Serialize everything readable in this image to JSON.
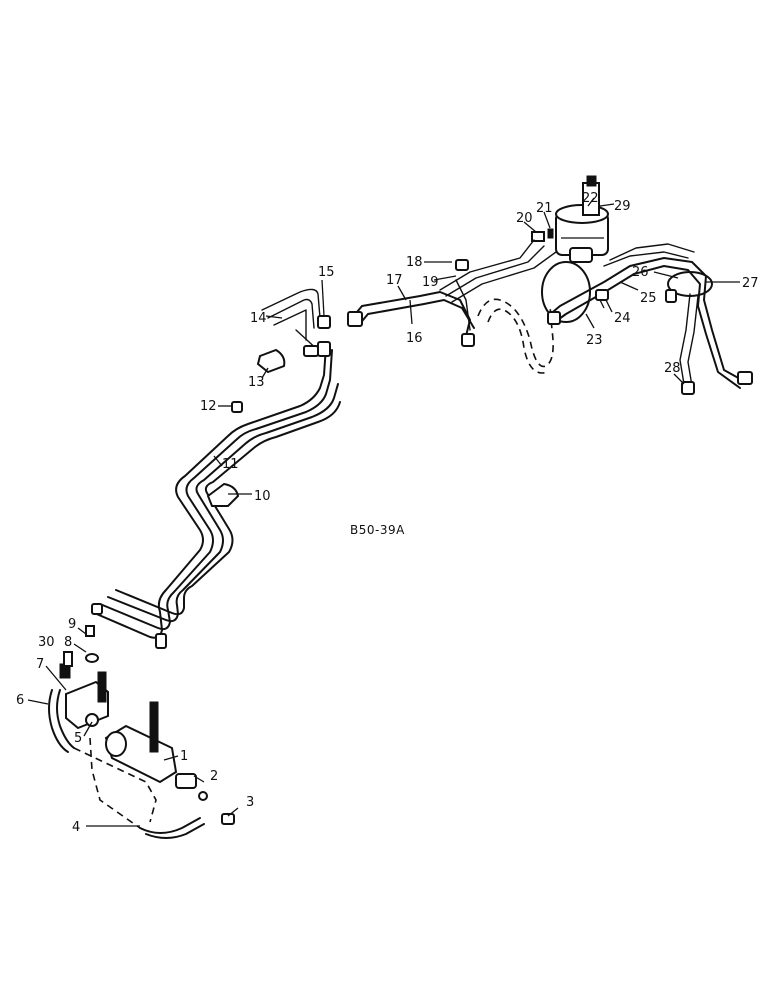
{
  "figure_code": "B50-39A",
  "callouts": {
    "c1": "1",
    "c2": "2",
    "c3": "3",
    "c4": "4",
    "c5": "5",
    "c6": "6",
    "c7": "7",
    "c8": "8",
    "c9": "9",
    "c10": "10",
    "c11": "11",
    "c12": "12",
    "c13": "13",
    "c14": "14",
    "c15": "15",
    "c16": "16",
    "c17": "17",
    "c18": "18",
    "c19": "19",
    "c20": "20",
    "c21": "21",
    "c22": "22",
    "c23": "23",
    "c24": "24",
    "c25": "25",
    "c26": "26",
    "c27": "27",
    "c28": "28",
    "c29": "29",
    "c30": "30"
  }
}
